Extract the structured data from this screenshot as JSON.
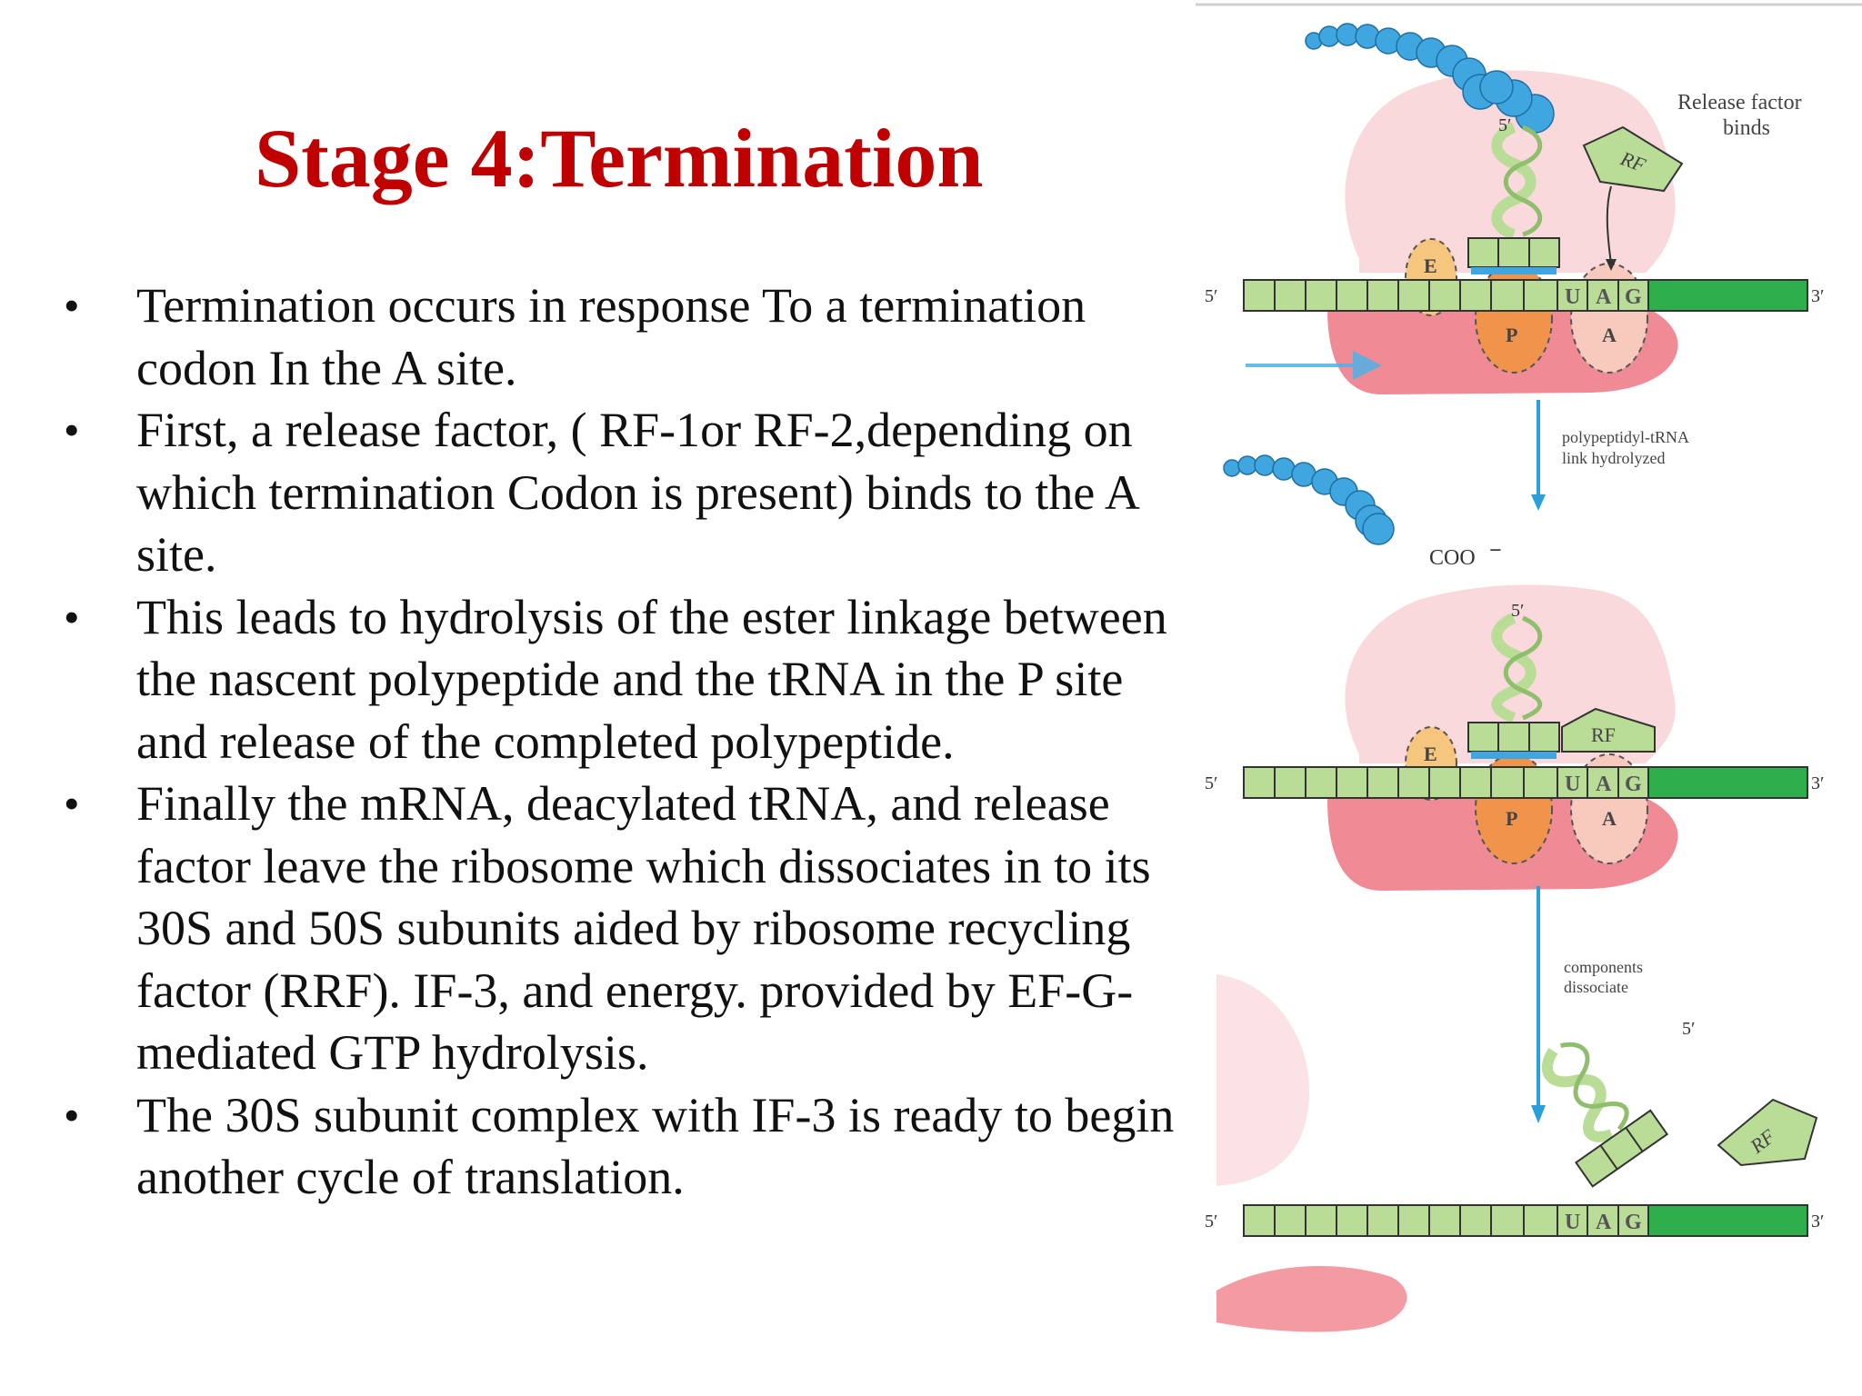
{
  "slide": {
    "title": "Stage 4:Termination",
    "bullets": [
      "Termination occurs in response To a termination codon In the A site.",
      "First, a release factor, ( RF-1or RF-2,depending on which termination Codon is present) binds to the A site.",
      "This leads to hydrolysis of the ester linkage between the nascent polypeptide and the tRNA in the P site and release of the completed polypeptide.",
      "Finally the mRNA, deacylated tRNA, and release factor leave the ribosome which dissociates in to its 30S and 50S subunits aided by ribosome recycling factor (RRF). IF-3, and energy. provided by EF-G-mediated GTP hydrolysis.",
      "The 30S subunit complex with IF-3 is ready to begin another cycle of translation."
    ],
    "bullet_symbol": "•"
  },
  "figure": {
    "caption_release": "Release factor",
    "caption_release_2": "binds",
    "step1_label_1": "polypeptidyl-tRNA",
    "step1_label_2": "link hydrolyzed",
    "step2_label_1": "components",
    "step2_label_2": "dissociate",
    "five_prime": "5′",
    "three_prime": "3′",
    "coo": "COO",
    "coo_charge": "−",
    "rf": "RF",
    "site_e": "E",
    "site_p": "P",
    "site_a": "A",
    "codon": [
      "U",
      "A",
      "G"
    ],
    "colors": {
      "title": "#c00000",
      "mrna_light": "#b9dc97",
      "mrna_dark": "#2fae4c",
      "large_subunit": "#f9d9db",
      "small_subunit": "#f08b96",
      "peptide": "#3fa6df",
      "arrow": "#2a9fd8"
    }
  }
}
